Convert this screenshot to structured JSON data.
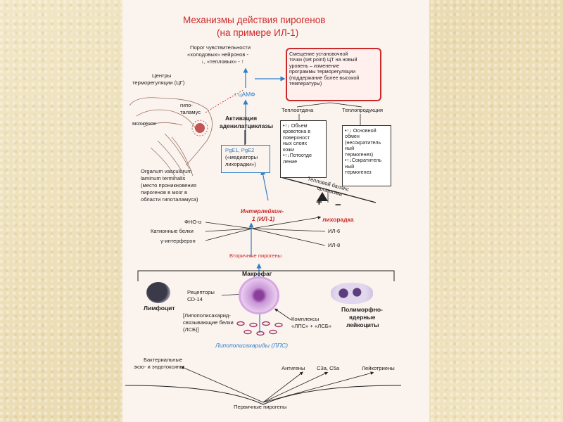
{
  "title": {
    "line1": "Механизмы действия пирогенов",
    "line2": "(на примере ИЛ-1)"
  },
  "labels": {
    "threshold": [
      "Порог чувствительности",
      "«холодовых» нейронов -",
      "↓, «тепловых» - ↑"
    ],
    "centers": [
      "Центры",
      "терморегуляции (ЦГ)"
    ],
    "camp": "↑ цАМФ",
    "hypothalamus": [
      "гипо-",
      "таламус"
    ],
    "cerebellum": "мозжечок",
    "activation": [
      "Активация",
      "аденилатциклазы"
    ],
    "pge": [
      "PgE1, PgE2",
      "(«медиаторы",
      "лихорадки»)"
    ],
    "organum": [
      "Organum vasculorum",
      "laminum terminalis",
      "(место проникновения",
      "пирогенов в мозг в",
      "области гипоталамуса)"
    ],
    "heat_loss": "Теплоотдача",
    "heat_production": "Теплопродукция",
    "balance": [
      "Тепловой баланс",
      "организма"
    ],
    "plus": "+",
    "minus": "−",
    "interleukin": [
      "Интерлейкин-",
      "1 (ИЛ-1)"
    ],
    "fever": "лихорадка",
    "tnf": "ФНО-α",
    "cationic": "Катионные белки",
    "interferon": "γ-интерферон",
    "il6": "ИЛ-6",
    "il8": "ИЛ-8",
    "secondary": "Вторичные пирогены",
    "macrophage": "Макрофаг",
    "receptors": [
      "Рецепторы",
      "CD-14"
    ],
    "lymphocyte": "Лимфоцит",
    "polymorph": [
      "Полиморфно-",
      "ядерные",
      "лейкоциты"
    ],
    "lps_binding": [
      "[Липополисахарид-",
      "связывающие белки",
      "(ЛСБ)]"
    ],
    "complexes": [
      "Комплексы",
      "«ЛПС» + «ЛСБ»"
    ],
    "lps": "Липополисахариды (ЛПС)",
    "bacterial": [
      "Бактериальные",
      "экзо- и эндотоксины"
    ],
    "antigens": "Антигены",
    "c3a": "С3а, С5а",
    "leukotrienes": "Лейкотриены",
    "primary": "Первичные пирогены"
  },
  "boxes": {
    "setpoint": "Смещение установочной\nточки (set point) ЦТ на новый\nуровень – изменение\nпрограммы терморегуляции\n(поддержание более высокой\nтемпературы)",
    "heat_loss_box": "•↑↓ Объем\nкровотока в\nповерхност\nных слоях\nкожи\n•↑↓Потоотде\nление",
    "heat_prod_box": "•↑↓ Основной\nобмен\n(несократитель\nный\nтермогенез)\n•↑↓Сократитель\nный\nтермогенез"
  },
  "colors": {
    "accent_red": "#cc2a2a",
    "accent_blue": "#2d7fc8",
    "panel": "#fbf3ee",
    "background": "#efe3bf"
  }
}
